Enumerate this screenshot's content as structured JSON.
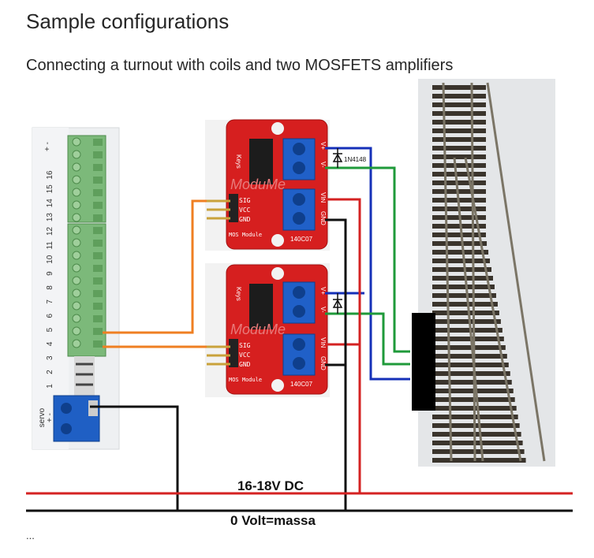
{
  "title": "Sample configurations",
  "subtitle": "Connecting a turnout with coils and two MOSFETS amplifiers",
  "ellipsis": "...",
  "controller": {
    "pin_numbers": [
      "1",
      "2",
      "3",
      "4",
      "5",
      "6",
      "7",
      "8",
      "9",
      "10",
      "11",
      "12",
      "13",
      "14",
      "15",
      "16"
    ],
    "pin_header_label": "+ -",
    "servo_label": "servo",
    "servo_polarity": "+ -"
  },
  "modules": [
    {
      "brand": "ModuMe",
      "keys_label": "Keys",
      "sig": "SIG",
      "vcc": "VCC",
      "gnd": "GND",
      "model_text": "MOS Module",
      "code": "140C07",
      "out_plus": "V+",
      "out_minus": "V-",
      "vin": "VIN",
      "vin_gnd": "GND",
      "diode_label": "1N4148"
    },
    {
      "brand": "ModuMe",
      "keys_label": "Keys",
      "sig": "SIG",
      "vcc": "VCC",
      "gnd": "GND",
      "model_text": "MOS Module",
      "code": "140C07",
      "out_plus": "V+",
      "out_minus": "V-",
      "vin": "VIN",
      "vin_gnd": "GND",
      "diode_label": ""
    }
  ],
  "rails": {
    "power_label": "16-18V DC",
    "ground_label": "0 Volt=massa"
  },
  "colors": {
    "power": "#d42222",
    "ground": "#111111",
    "signal": "#ef7f22",
    "coil_green": "#1f9a3a",
    "coil_blue": "#1530b8",
    "board": "#d61f1f",
    "terminal": "#1f64c8"
  }
}
